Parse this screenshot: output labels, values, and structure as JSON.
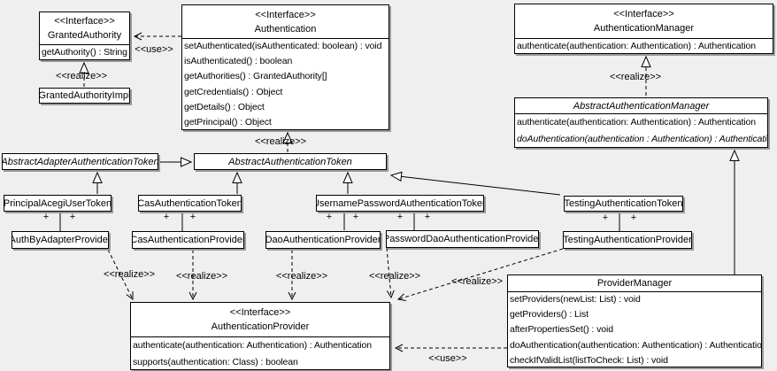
{
  "diagram": {
    "background": "#efefef",
    "box_fill": "#ffffff",
    "line_color": "#000000",
    "shadow_color": "#9a9a9a"
  },
  "labels": {
    "use": "<<use>>",
    "realize": "<<realize>>",
    "plus": "+"
  },
  "classes": [
    {
      "stereotype": "<<Interface>>",
      "name": "GrantedAuthority",
      "methods": [
        "getAuthority() : String"
      ]
    },
    {
      "name": "GrantedAuthorityImpl"
    },
    {
      "stereotype": "<<Interface>>",
      "name": "Authentication",
      "methods": [
        "setAuthenticated(isAuthenticated: boolean) : void",
        "isAuthenticated() : boolean",
        "getAuthorities() : GrantedAuthority[]",
        "getCredentials() : Object",
        "getDetails() : Object",
        "getPrincipal() : Object"
      ]
    },
    {
      "stereotype": "<<Interface>>",
      "name": "AuthenticationManager",
      "methods": [
        "authenticate(authentication: Authentication) : Authentication"
      ]
    },
    {
      "name": "AbstractAuthenticationManager",
      "methods": [
        "authenticate(authentication: Authentication) : Authentication",
        "doAuthentication(authentication : Authentication) : Authentication"
      ]
    },
    {
      "name": "AbstractAdapterAuthenticationToken"
    },
    {
      "name": "AbstractAuthenticationToken"
    },
    {
      "name": "PrincipalAcegiUserToken"
    },
    {
      "name": "CasAuthenticationToken"
    },
    {
      "name": "UsernamePasswordAuthenticationToken"
    },
    {
      "name": "TestingAuthenticationToken"
    },
    {
      "name": "AuthByAdapterProvider"
    },
    {
      "name": "CasAuthenticationProvider"
    },
    {
      "name": "DaoAuthenticationProvider"
    },
    {
      "name": "PasswordDaoAuthenticationProvider"
    },
    {
      "name": "TestingAuthenticationProvider"
    },
    {
      "stereotype": "<<Interface>>",
      "name": "AuthenticationProvider",
      "methods": [
        "authenticate(authentication: Authentication) : Authentication",
        "supports(authentication: Class) : boolean"
      ]
    },
    {
      "name": "ProviderManager",
      "methods": [
        "setProviders(newList: List) : void",
        "getProviders() : List",
        "afterPropertiesSet() : void",
        "doAuthentication(authentication: Authentication) : Authentication",
        "checkIfValidList(listToCheck: List) : void"
      ]
    }
  ]
}
